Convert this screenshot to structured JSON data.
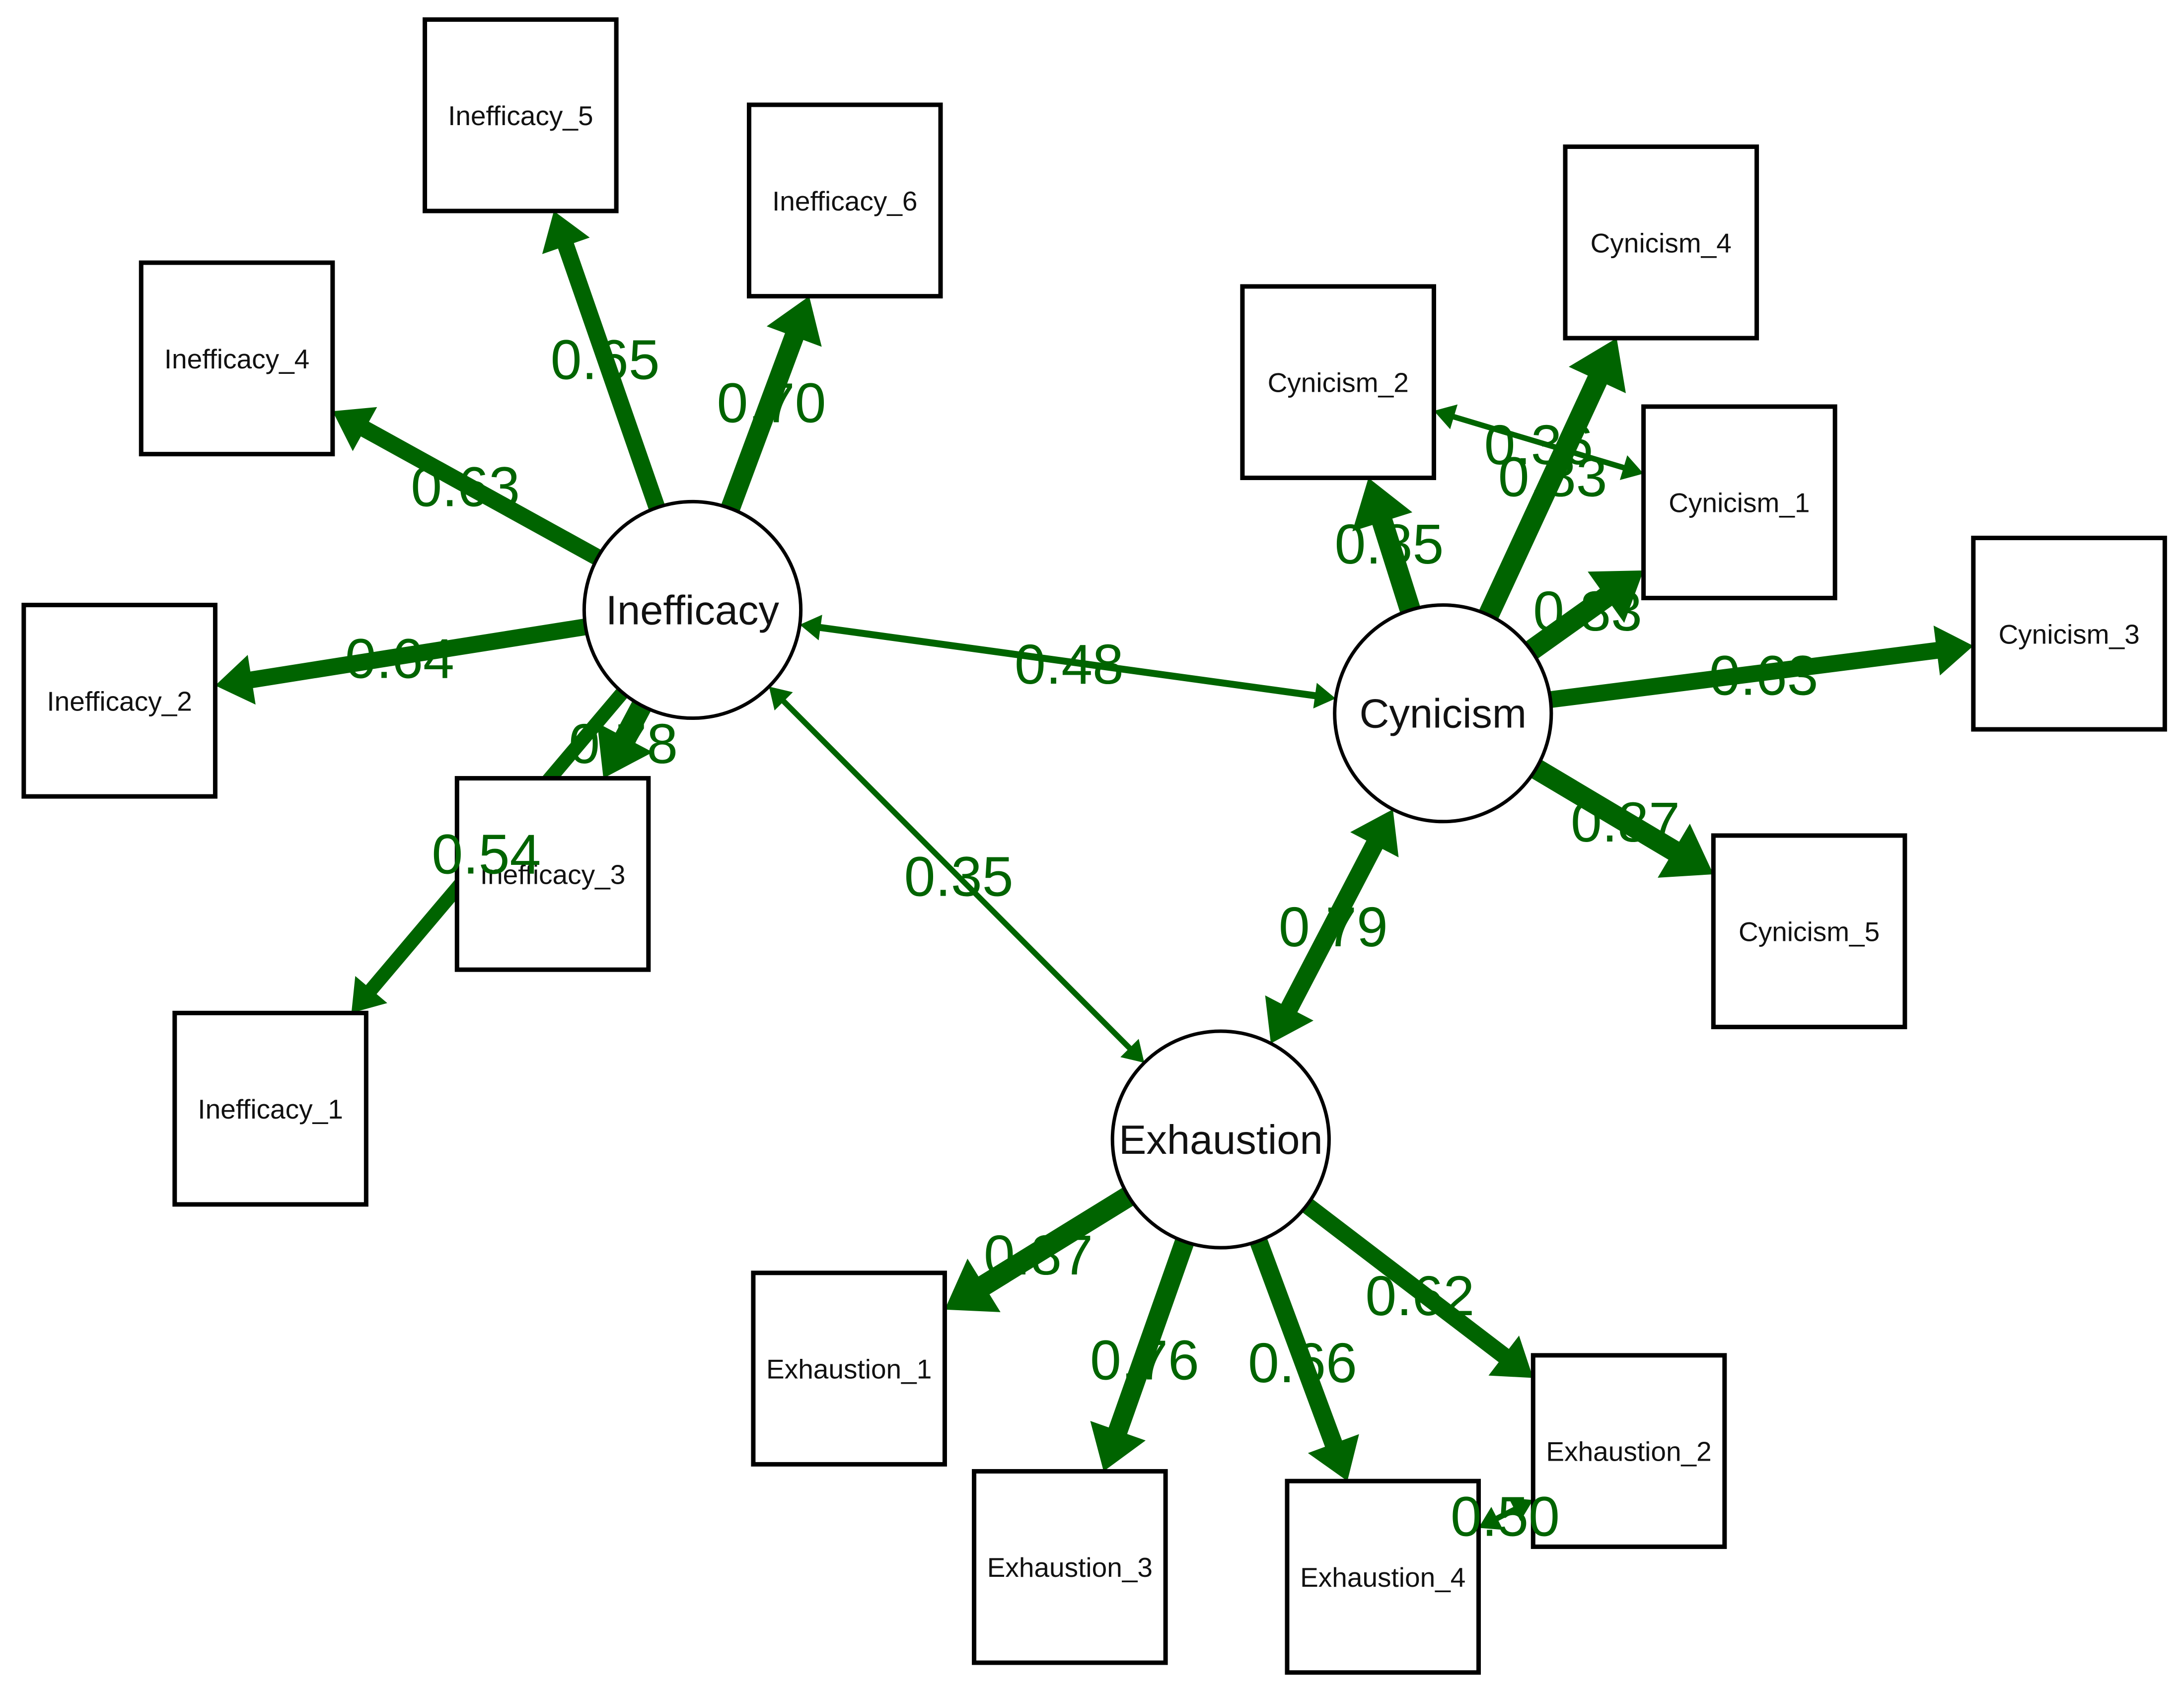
{
  "colors": {
    "edge": "#006400",
    "label": "#006400",
    "node_stroke": "#000000",
    "background": "#ffffff"
  },
  "latents": [
    {
      "id": "Inefficacy",
      "label": "Inefficacy"
    },
    {
      "id": "Cynicism",
      "label": "Cynicism"
    },
    {
      "id": "Exhaustion",
      "label": "Exhaustion"
    }
  ],
  "indicators": [
    {
      "id": "Inefficacy_1",
      "label": "Inefficacy_1"
    },
    {
      "id": "Inefficacy_2",
      "label": "Inefficacy_2"
    },
    {
      "id": "Inefficacy_3",
      "label": "Inefficacy_3"
    },
    {
      "id": "Inefficacy_4",
      "label": "Inefficacy_4"
    },
    {
      "id": "Inefficacy_5",
      "label": "Inefficacy_5"
    },
    {
      "id": "Inefficacy_6",
      "label": "Inefficacy_6"
    },
    {
      "id": "Cynicism_1",
      "label": "Cynicism_1"
    },
    {
      "id": "Cynicism_2",
      "label": "Cynicism_2"
    },
    {
      "id": "Cynicism_3",
      "label": "Cynicism_3"
    },
    {
      "id": "Cynicism_4",
      "label": "Cynicism_4"
    },
    {
      "id": "Cynicism_5",
      "label": "Cynicism_5"
    },
    {
      "id": "Exhaustion_1",
      "label": "Exhaustion_1"
    },
    {
      "id": "Exhaustion_2",
      "label": "Exhaustion_2"
    },
    {
      "id": "Exhaustion_3",
      "label": "Exhaustion_3"
    },
    {
      "id": "Exhaustion_4",
      "label": "Exhaustion_4"
    }
  ],
  "loadings": [
    {
      "from": "Inefficacy",
      "to": "Inefficacy_5",
      "value": "0.65"
    },
    {
      "from": "Inefficacy",
      "to": "Inefficacy_6",
      "value": "0.70"
    },
    {
      "from": "Inefficacy",
      "to": "Inefficacy_4",
      "value": "0.63"
    },
    {
      "from": "Inefficacy",
      "to": "Inefficacy_2",
      "value": "0.64"
    },
    {
      "from": "Inefficacy",
      "to": "Inefficacy_3",
      "value": "0.78"
    },
    {
      "from": "Inefficacy",
      "to": "Inefficacy_1",
      "value": "0.54"
    },
    {
      "from": "Cynicism",
      "to": "Cynicism_2",
      "value": "0.85"
    },
    {
      "from": "Cynicism",
      "to": "Cynicism_4",
      "value": "0.83"
    },
    {
      "from": "Cynicism",
      "to": "Cynicism_1",
      "value": "0.83"
    },
    {
      "from": "Cynicism",
      "to": "Cynicism_3",
      "value": "0.63"
    },
    {
      "from": "Cynicism",
      "to": "Cynicism_5",
      "value": "0.87"
    },
    {
      "from": "Exhaustion",
      "to": "Exhaustion_1",
      "value": "0.87"
    },
    {
      "from": "Exhaustion",
      "to": "Exhaustion_3",
      "value": "0.76"
    },
    {
      "from": "Exhaustion",
      "to": "Exhaustion_4",
      "value": "0.66"
    },
    {
      "from": "Exhaustion",
      "to": "Exhaustion_2",
      "value": "0.62"
    }
  ],
  "covariances": [
    {
      "a": "Inefficacy",
      "b": "Cynicism",
      "value": "0.48"
    },
    {
      "a": "Inefficacy",
      "b": "Exhaustion",
      "value": "0.35"
    },
    {
      "a": "Cynicism",
      "b": "Exhaustion",
      "value": "0.79"
    },
    {
      "a": "Cynicism_2",
      "b": "Cynicism_1",
      "value": "0.36"
    },
    {
      "a": "Exhaustion_4",
      "b": "Exhaustion_2",
      "value": "0.50"
    }
  ]
}
